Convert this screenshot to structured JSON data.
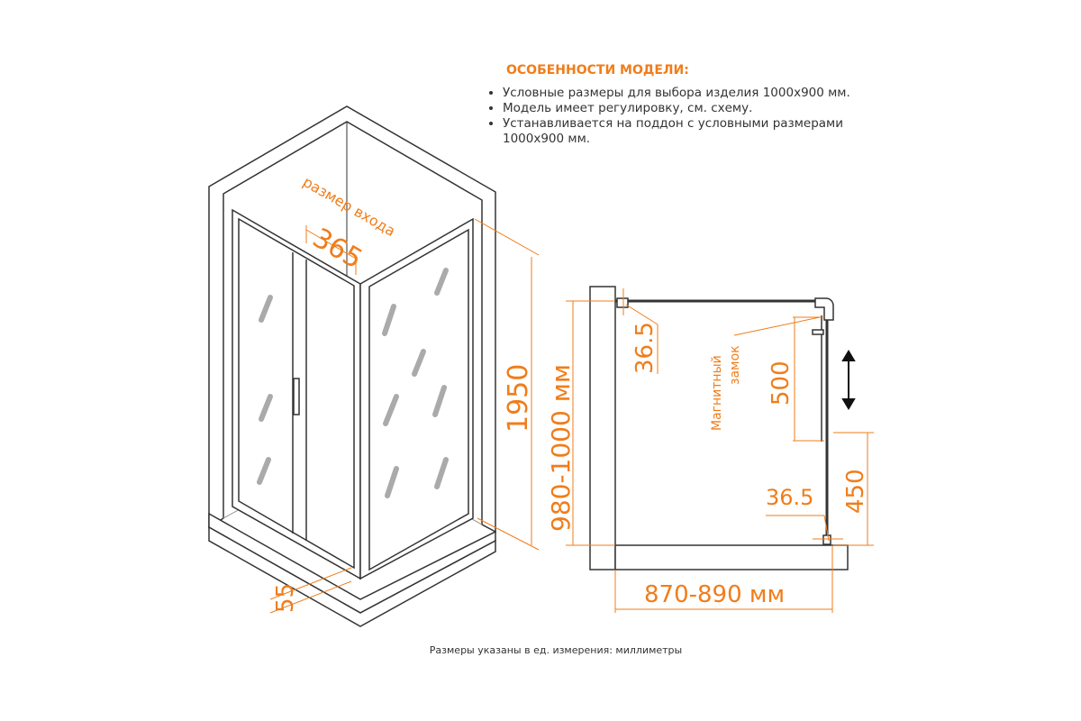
{
  "features": {
    "title": "ОСОБЕННОСТИ МОДЕЛИ:",
    "items": [
      "Условные размеры для выбора изделия 1000x900 мм.",
      "Модель имеет регулировку,  см.  схему.",
      "Устанавливается на поддон с условными размерами 1000x900 мм."
    ]
  },
  "iso_view": {
    "entry_label": "размер входа",
    "entry_width": "365",
    "height": "1950",
    "bottom": "55"
  },
  "plan_view": {
    "width_range": "980-1000 мм",
    "top_offset": "36.5",
    "magnet_label_1": "Магнитный",
    "magnet_label_2": "замок",
    "upper_height": "500",
    "lower_height": "450",
    "bottom_offset": "36.5",
    "depth_range": "870-890 мм"
  },
  "footer": "Размеры указаны в ед. измерения: миллиметры",
  "colors": {
    "accent": "#f07d1a",
    "line": "#333333"
  }
}
